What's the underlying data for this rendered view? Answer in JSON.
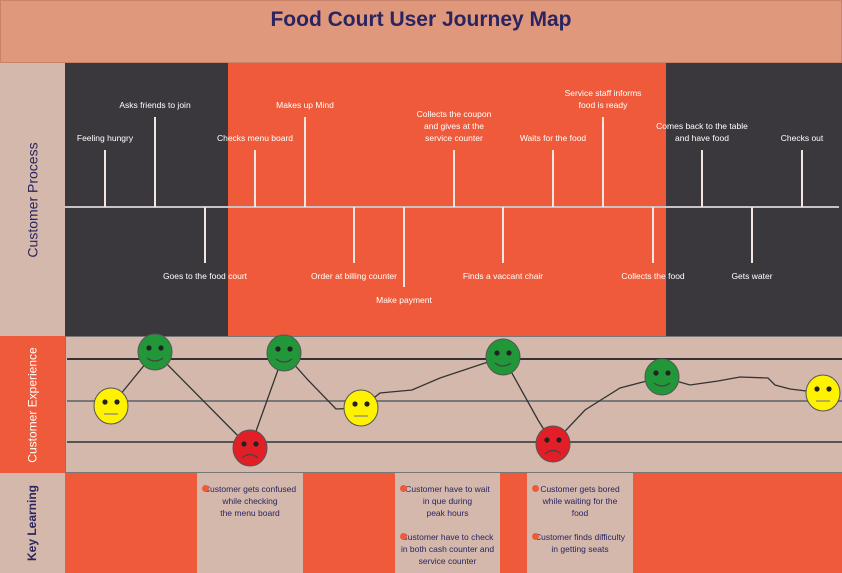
{
  "title": "Food Court User Journey Map",
  "rows": {
    "process": "Customer Process",
    "experience": "Customer Experience",
    "learning": "Key Learning"
  },
  "colors": {
    "dark": "#3a383d",
    "orange": "#ef5b3a",
    "tan": "#d4b8ac",
    "happy": "#22973a",
    "neutral": "#fff200",
    "sad": "#e21f26"
  },
  "process_steps": [
    {
      "label": "Feeling hungry",
      "side": "up"
    },
    {
      "label": "Asks friends to join",
      "side": "up"
    },
    {
      "label": "Goes to the food court",
      "side": "down"
    },
    {
      "label": "Checks menu board",
      "side": "up"
    },
    {
      "label": "Makes up Mind",
      "side": "up"
    },
    {
      "label": "Order at billing counter",
      "side": "down"
    },
    {
      "label": "Make payment",
      "side": "down"
    },
    {
      "label": "Collects the coupon\nand gives at the\nservice counter",
      "side": "up"
    },
    {
      "label": "Finds a vaccant chair",
      "side": "down"
    },
    {
      "label": "Waits for the food",
      "side": "up"
    },
    {
      "label": "Service staff informs\nfood is ready",
      "side": "up"
    },
    {
      "label": "Collects the food",
      "side": "down"
    },
    {
      "label": "Comes back to the table\nand have food",
      "side": "up"
    },
    {
      "label": "Gets water",
      "side": "down"
    },
    {
      "label": "Checks out",
      "side": "up"
    }
  ],
  "emotions": [
    "neutral",
    "happy",
    "sad",
    "happy",
    "neutral",
    "happy",
    "sad",
    "happy",
    "neutral"
  ],
  "key_learning": [
    [
      "Customer gets confused\nwhile checking\nthe menu board"
    ],
    [
      "Customer have to wait\nin que during\npeak hours",
      "Customer have to check\nin both cash counter and\nservice counter"
    ],
    [
      "Customer gets bored\nwhile waiting for the\nfood",
      "Customer finds difficulty\nin getting seats"
    ]
  ]
}
